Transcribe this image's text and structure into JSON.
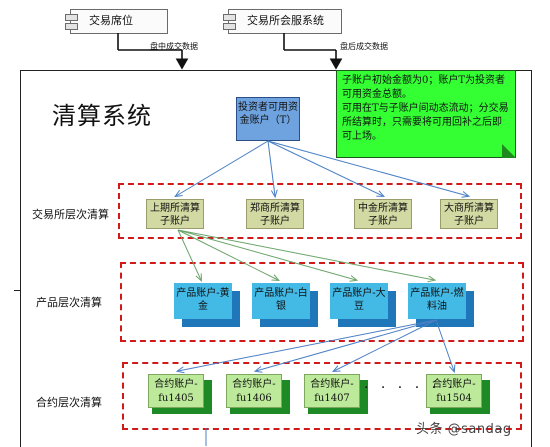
{
  "top": {
    "box1_label": "交易席位",
    "box2_label": "交易所会服系统",
    "arrow1_label": "盘中成交数据",
    "arrow2_label": "盘后成交数据"
  },
  "system_title": "清算系统",
  "note": {
    "line1": "子账户初始金额为0；账户T为投资者可用资金总额。",
    "line2": "可用在T与子账户间动态流动；分交易所结算时，只需要将可用回补之后即可上场。"
  },
  "investor": "投资者可用资金账户（T）",
  "layers": {
    "exchange": "交易所层次清算",
    "product": "产品层次清算",
    "contract": "合约层次清算"
  },
  "exchange_accounts": [
    "上期所清算子账户",
    "郑商所清算子账户",
    "中金所清算子账户",
    "大商所清算子账户"
  ],
  "product_accounts": [
    "产品账户-黄金",
    "产品账户-白银",
    "产品账户-大豆",
    "产品账户-燃料油"
  ],
  "contract_accounts": [
    "合约账户-fu1405",
    "合约账户-fu1406",
    "合约账户-fu1407",
    "合约账户-fu1504"
  ],
  "ellipsis": "· · · · · ·",
  "watermark": "头条 @sandag"
}
